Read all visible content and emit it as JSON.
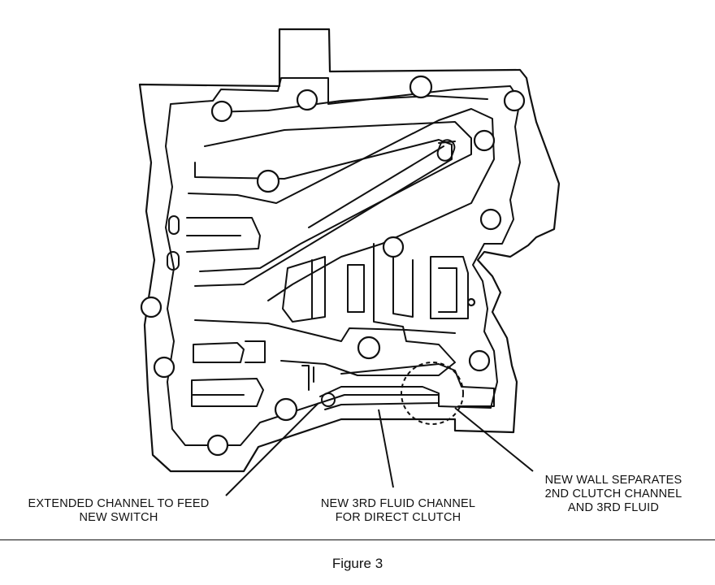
{
  "callouts": {
    "extended_channel": [
      "EXTENDED CHANNEL TO FEED",
      "NEW SWITCH"
    ],
    "new_3rd_fluid": [
      "NEW 3RD FLUID CHANNEL",
      "FOR DIRECT CLUTCH"
    ],
    "new_wall": [
      "NEW WALL SEPARATES",
      "2ND CLUTCH CHANNEL",
      "AND 3RD FLUID"
    ]
  },
  "caption": "Figure 3"
}
